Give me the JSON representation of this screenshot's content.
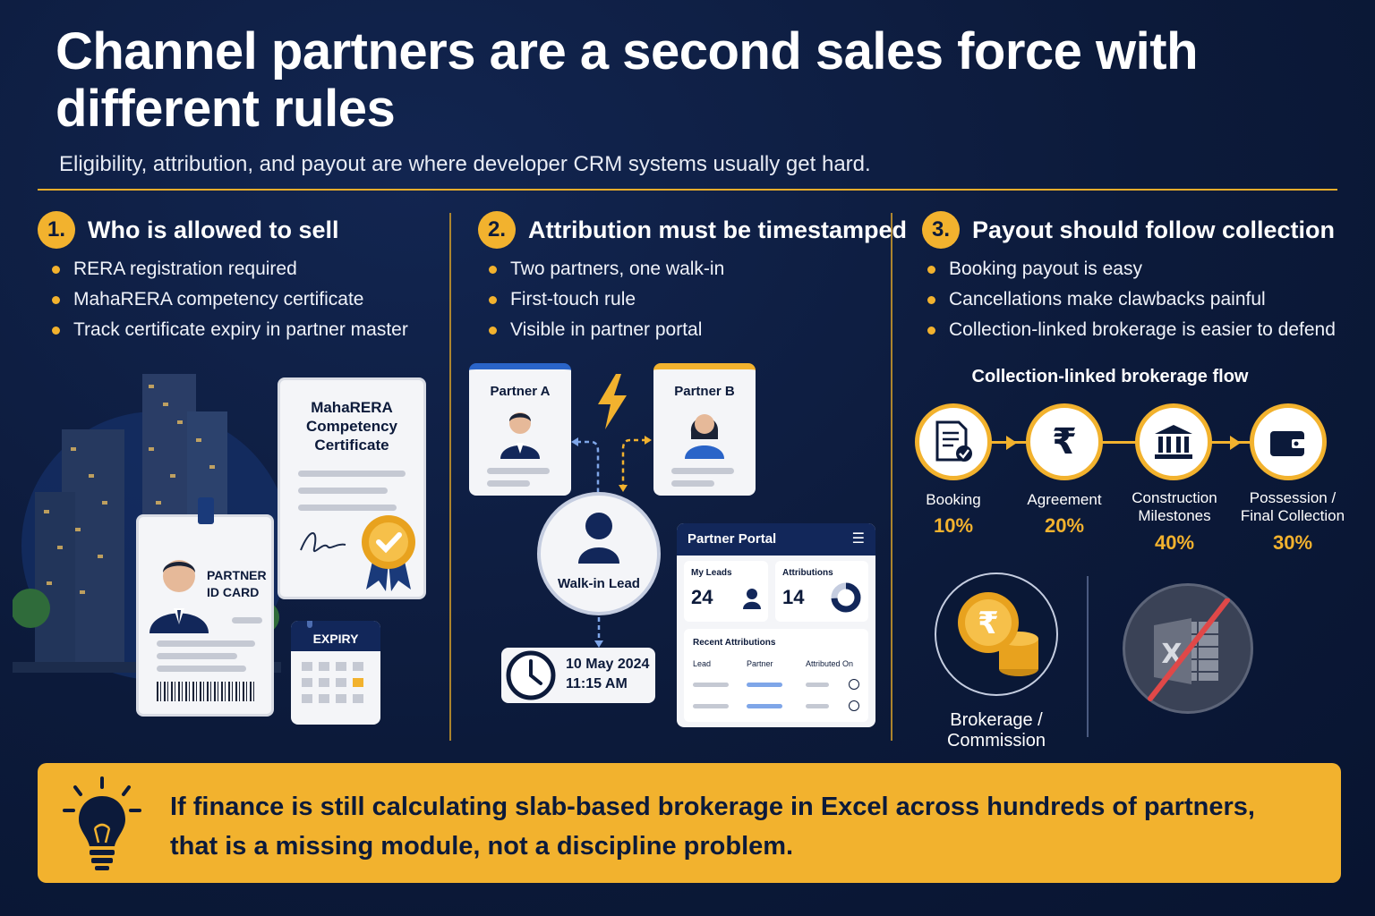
{
  "header": {
    "title": "Channel partners are a second sales force with different rules",
    "subtitle": "Eligibility, attribution, and payout are where developer CRM systems usually get hard."
  },
  "sections": [
    {
      "number": "1.",
      "title": "Who is allowed to sell",
      "bullets": [
        "RERA registration required",
        "MahaRERA competency certificate",
        "Track certificate expiry in partner master"
      ]
    },
    {
      "number": "2.",
      "title": "Attribution must be timestamped",
      "bullets": [
        "Two partners, one walk-in",
        "First-touch rule",
        "Visible in partner portal"
      ]
    },
    {
      "number": "3.",
      "title": "Payout should follow collection",
      "bullets": [
        "Booking payout is easy",
        "Cancellations make clawbacks painful",
        "Collection-linked brokerage is easier to defend"
      ]
    }
  ],
  "eligibility": {
    "certificate_title": "MahaRERA Competency Certificate",
    "id_card_label": "PARTNER ID CARD",
    "expiry_label": "EXPIRY"
  },
  "attribution": {
    "partner_a": "Partner A",
    "partner_b": "Partner B",
    "walkin_label": "Walk-in Lead",
    "timestamp_date": "10 May 2024",
    "timestamp_time": "11:15 AM",
    "portal": {
      "title": "Partner Portal",
      "my_leads_label": "My Leads",
      "my_leads_value": "24",
      "attributions_label": "Attributions",
      "attributions_value": "14",
      "recent_title": "Recent Attributions",
      "columns": [
        "Lead",
        "Partner",
        "Attributed On"
      ]
    }
  },
  "payout": {
    "flow_title": "Collection-linked brokerage flow",
    "steps": [
      {
        "label": "Booking",
        "percent": "10%",
        "icon": "document-check-icon"
      },
      {
        "label": "Agreement",
        "percent": "20%",
        "icon": "rupee-icon"
      },
      {
        "label": "Construction Milestones",
        "percent": "40%",
        "icon": "bank-icon"
      },
      {
        "label": "Possession / Final Collection",
        "percent": "30%",
        "icon": "wallet-icon"
      }
    ],
    "brokerage_label": "Brokerage / Commission",
    "excel_icon": "excel-crossed-icon"
  },
  "banner": {
    "line1": "If finance is still calculating slab-based brokerage in Excel across hundreds of partners,",
    "line2": "that is a missing module, not a discipline problem."
  },
  "colors": {
    "background": "#0c1a3a",
    "accent": "#f2b22e",
    "partner_a": "#2a64c8",
    "portal_header": "#12275a"
  }
}
